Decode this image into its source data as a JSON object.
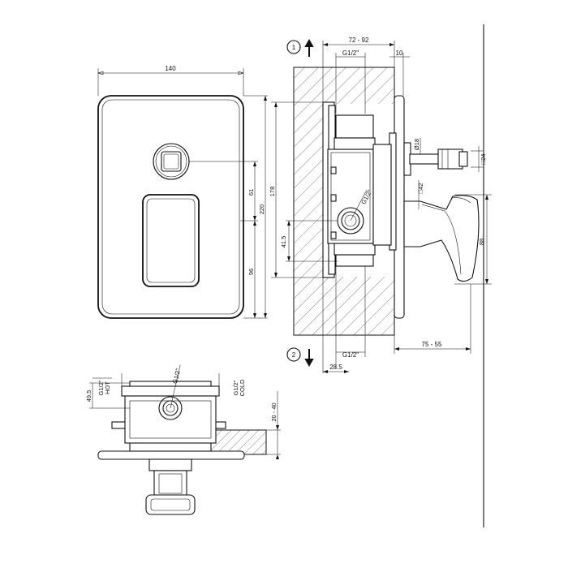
{
  "front_view": {
    "width_label": "140",
    "height_label": "220",
    "handle_center_label": "61",
    "lower_label": "96",
    "box_height_label": "178"
  },
  "side_view": {
    "markers": [
      "1",
      "2"
    ],
    "depth_label": "72 - 92",
    "top_thread_label": "G1/2\"",
    "plate_label": "10",
    "diameter_label": "Ø18",
    "square_24_label": "□24",
    "square_42_label": "□42",
    "mid_thread_label": "G1/2\"",
    "spacing_label": "41.5",
    "handle_height_label": "88",
    "bottom_thread_label": "G1/2\"",
    "offset_label": "28.5",
    "projection_label": "75 - 55"
  },
  "bottom_view": {
    "left_thread_label": "G1/2\"",
    "hot_label": "HOT",
    "right_thread_label": "G1/2\"",
    "cold_label": "COLD",
    "center_thread_label": "G1/2\"",
    "left_dim_label": "49.5",
    "wall_label": "20 - 40"
  }
}
